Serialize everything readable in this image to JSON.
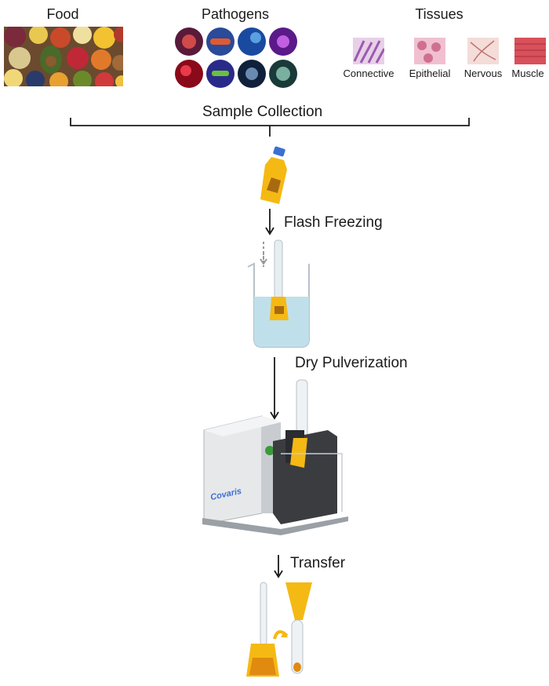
{
  "categories": {
    "food": "Food",
    "pathogens": "Pathogens",
    "tissues": "Tissues"
  },
  "tissue_types": [
    "Connective",
    "Epithelial",
    "Nervous",
    "Muscle"
  ],
  "steps": {
    "sample_collection": "Sample Collection",
    "flash_freezing": "Flash Freezing",
    "dry_pulverization": "Dry Pulverization",
    "transfer": "Transfer"
  },
  "instrument": {
    "brand": "Covaris"
  },
  "colors": {
    "sample_tube": "#f5b914",
    "cap": "#3b6fd4",
    "liquid": "#bfe0ea",
    "machine_body": "#e6e8ea",
    "arrow": "#1a1a1a"
  }
}
